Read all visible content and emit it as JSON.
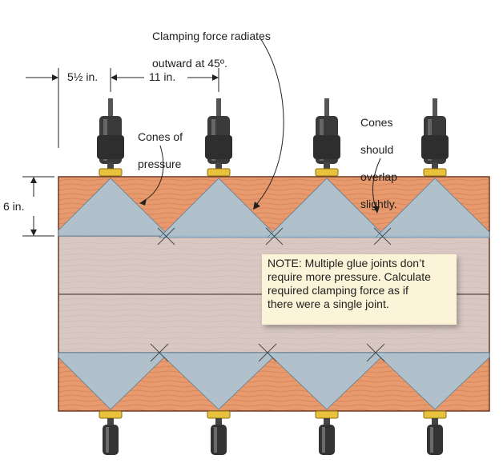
{
  "labels": {
    "title_line1": "Clamping force radiates",
    "title_line2": "outward at 45º.",
    "dim_spacing_half": "5½ in.",
    "dim_spacing": "11 in.",
    "dim_depth": "6 in.",
    "cones_of_pressure_line1": "Cones of",
    "cones_of_pressure_line2": "pressure",
    "cones_overlap_line1": "Cones",
    "cones_overlap_line2": "should",
    "cones_overlap_line3": "overlap",
    "cones_overlap_line4": "slightly."
  },
  "note": {
    "line1": "NOTE: Multiple glue joints don’t",
    "line2": "require more pressure. Calculate",
    "line3": "required clamping force as if",
    "line4": "there were a single joint."
  },
  "colors": {
    "wood_light": "#d9c8c2",
    "wood_orange": "#e79a6e",
    "cone_blue": "#a9c6da",
    "clamp_dark": "#3a3a3a",
    "clamp_pad": "#e8c23c",
    "note_bg": "#fbf4d8"
  },
  "icons": [
    "bar-clamp-icon"
  ]
}
